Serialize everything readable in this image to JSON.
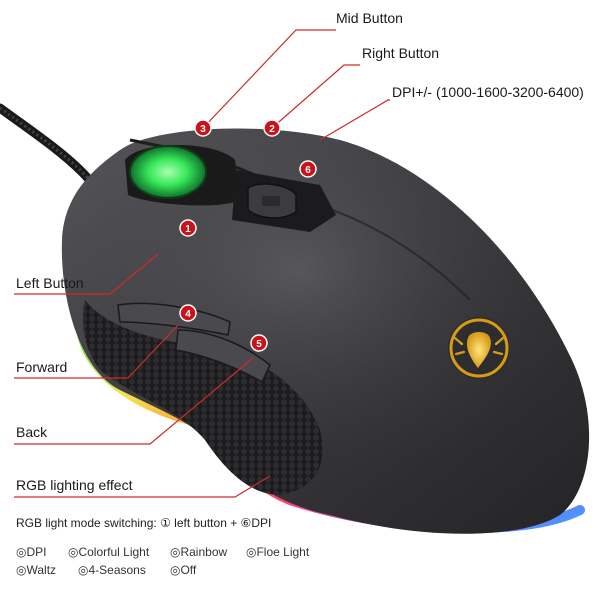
{
  "callouts": {
    "mid_button": "Mid  Button",
    "right_button": "Right  Button",
    "dpi": "DPI+/- (1000-1600-3200-6400)",
    "left_button": "Left  Button",
    "forward": "Forward",
    "back": "Back",
    "rgb": "RGB lighting effect"
  },
  "markers": [
    "1",
    "2",
    "3",
    "4",
    "5",
    "6"
  ],
  "mode_switch": {
    "prefix": "RGB light mode switching: ",
    "m1": "①",
    "mid": " left button + ",
    "m6": "⑥",
    "suffix": "DPI"
  },
  "modes": [
    "◎DPI",
    "◎Colorful Light",
    "◎Rainbow",
    "◎Floe Light",
    "◎Waltz",
    "◎4-Seasons",
    "◎Off"
  ],
  "colors": {
    "marker_red": "#c8131b",
    "leader_red": "#d02a2a",
    "mouse_body": "#3a3a3c",
    "wheel_green": "#38e85a"
  },
  "logo": {
    "name": "scorpion-logo"
  }
}
